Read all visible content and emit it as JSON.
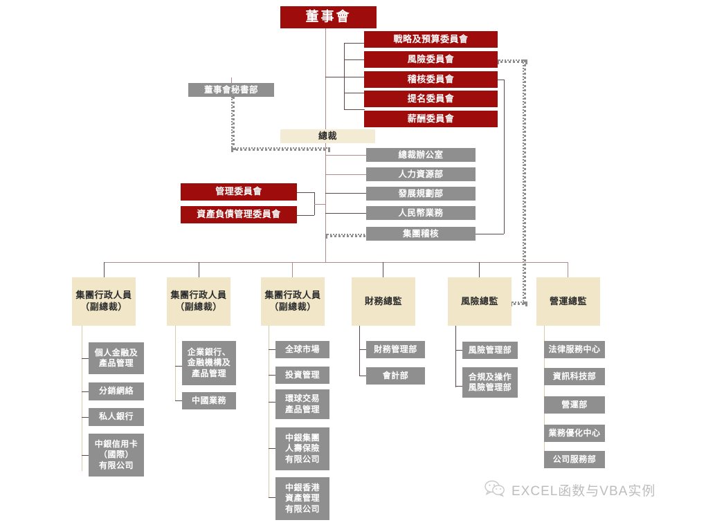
{
  "board": {
    "label": "董事會"
  },
  "board_secretariat": {
    "label": "董事會秘書部"
  },
  "president": {
    "label": "總裁"
  },
  "board_committees": [
    {
      "label": "戰略及預算委員會"
    },
    {
      "label": "風險委員會"
    },
    {
      "label": "稽核委員會"
    },
    {
      "label": "提名委員會"
    },
    {
      "label": "薪酬委員會"
    }
  ],
  "management_committees": [
    {
      "label": "管理委員會"
    },
    {
      "label": "資產負債管理委員會"
    }
  ],
  "president_departments": [
    {
      "label": "總裁辦公室"
    },
    {
      "label": "人力資源部"
    },
    {
      "label": "發展規劃部"
    },
    {
      "label": "人民幣業務"
    },
    {
      "label": "集團稽核"
    }
  ],
  "executives": [
    {
      "label": "集團行政人員\n（副總裁）",
      "units": [
        {
          "label": "個人金融及\n產品管理"
        },
        {
          "label": "分銷網絡"
        },
        {
          "label": "私人銀行"
        },
        {
          "label": "中銀信用卡\n（國際）\n有限公司"
        }
      ]
    },
    {
      "label": "集團行政人員\n（副總裁）",
      "units": [
        {
          "label": "企業銀行、\n金融機構及\n產品管理"
        },
        {
          "label": "中國業務"
        }
      ]
    },
    {
      "label": "集團行政人員\n（副總裁）",
      "units": [
        {
          "label": "全球市場"
        },
        {
          "label": "投資管理"
        },
        {
          "label": "環球交易\n產品管理"
        },
        {
          "label": "中銀集團\n人壽保險\n有限公司"
        },
        {
          "label": "中銀香港\n資產管理\n有限公司"
        }
      ]
    },
    {
      "label": "財務總監",
      "units": [
        {
          "label": "財務管理部"
        },
        {
          "label": "會計部"
        }
      ]
    },
    {
      "label": "風險總監",
      "units": [
        {
          "label": "風險管理部"
        },
        {
          "label": "合規及操作\n風險管理部"
        }
      ]
    },
    {
      "label": "營運總監",
      "units": [
        {
          "label": "法律服務中心"
        },
        {
          "label": "資訊科技部"
        },
        {
          "label": "營運部"
        },
        {
          "label": "業務優化中心"
        },
        {
          "label": "公司服務部"
        }
      ]
    }
  ],
  "watermark": {
    "text": "EXCEL函数与VBA实例",
    "icon": "wechat-icon"
  },
  "colors": {
    "committee_red": "#9e0c0c",
    "executive_cream": "#f1e7c8",
    "unit_gray": "#8f8f8f",
    "connector_red": "#b08a8a",
    "connector_dark": "#5a4646",
    "dotted_gray": "#8d8d8d"
  }
}
